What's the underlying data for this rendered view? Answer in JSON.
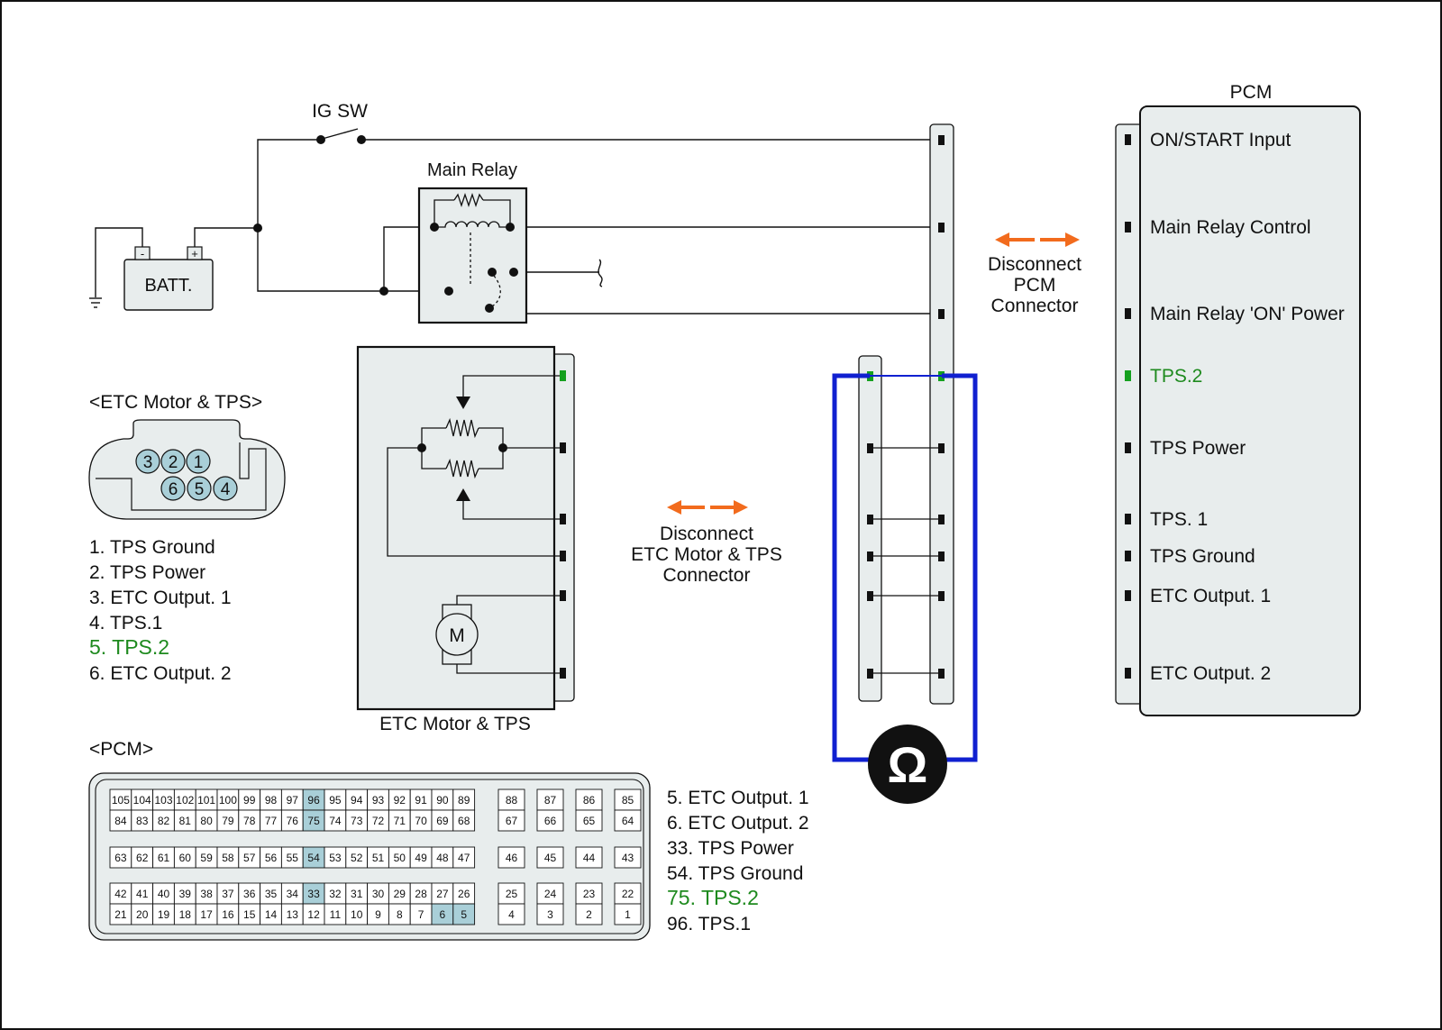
{
  "colors": {
    "line": "#111111",
    "panel": "#e8eded",
    "highlight_text": "#1e8a1e",
    "highlight_pin": "#14a01e",
    "probe_wire": "#1020d0",
    "arrow": "#f26b1d",
    "pin_cell_highlight": "#a9cfd8"
  },
  "ig_sw": {
    "label": "IG SW"
  },
  "battery": {
    "label": "BATT.",
    "minus": "-",
    "plus": "+"
  },
  "main_relay": {
    "label": "Main Relay"
  },
  "pcm": {
    "title": "PCM",
    "pins": [
      {
        "label": "ON/START Input",
        "highlight": false
      },
      {
        "label": "Main Relay Control",
        "highlight": false
      },
      {
        "label": "Main Relay 'ON' Power",
        "highlight": false
      },
      {
        "label": "TPS.2",
        "highlight": true
      },
      {
        "label": "TPS Power",
        "highlight": false
      },
      {
        "label": "TPS. 1",
        "highlight": false
      },
      {
        "label": "TPS Ground",
        "highlight": false
      },
      {
        "label": "ETC Output. 1",
        "highlight": false
      },
      {
        "label": "ETC Output. 2",
        "highlight": false
      }
    ]
  },
  "disconnect_pcm": {
    "lines": [
      "Disconnect",
      "PCM",
      "Connector"
    ]
  },
  "disconnect_etc": {
    "lines": [
      "Disconnect",
      "ETC Motor & TPS",
      "Connector"
    ]
  },
  "etc_block": {
    "label": "ETC Motor & TPS",
    "motor": "M"
  },
  "ohmmeter": {
    "symbol": "Ω"
  },
  "etc_connector": {
    "title": "<ETC Motor & TPS>",
    "cavities": [
      "3",
      "2",
      "1",
      "6",
      "5",
      "4"
    ],
    "legend": [
      {
        "text": "1. TPS Ground",
        "highlight": false
      },
      {
        "text": "2. TPS Power",
        "highlight": false
      },
      {
        "text": "3. ETC Output. 1",
        "highlight": false
      },
      {
        "text": "4. TPS.1",
        "highlight": false
      },
      {
        "text": "5. TPS.2",
        "highlight": true
      },
      {
        "text": "6. ETC Output. 2",
        "highlight": false
      }
    ]
  },
  "pcm_connector": {
    "title": "<PCM>",
    "block_a": {
      "rows": [
        [
          "105",
          "104",
          "103",
          "102",
          "101",
          "100",
          "99",
          "98",
          "97",
          "96",
          "95",
          "94",
          "93",
          "92",
          "91",
          "90",
          "89"
        ],
        [
          "84",
          "83",
          "82",
          "81",
          "80",
          "79",
          "78",
          "77",
          "76",
          "75",
          "74",
          "73",
          "72",
          "71",
          "70",
          "69",
          "68"
        ]
      ],
      "singles": [
        [
          "88",
          "87",
          "86",
          "85"
        ],
        [
          "67",
          "66",
          "65",
          "64"
        ]
      ]
    },
    "block_b": {
      "rows": [
        [
          "63",
          "62",
          "61",
          "60",
          "59",
          "58",
          "57",
          "56",
          "55",
          "54",
          "53",
          "52",
          "51",
          "50",
          "49",
          "48",
          "47"
        ]
      ],
      "singles": [
        [
          "46",
          "45",
          "44",
          "43"
        ]
      ]
    },
    "block_c": {
      "rows": [
        [
          "42",
          "41",
          "40",
          "39",
          "38",
          "37",
          "36",
          "35",
          "34",
          "33",
          "32",
          "31",
          "30",
          "29",
          "28",
          "27",
          "26"
        ],
        [
          "21",
          "20",
          "19",
          "18",
          "17",
          "16",
          "15",
          "14",
          "13",
          "12",
          "11",
          "10",
          "9",
          "8",
          "7",
          "6",
          "5"
        ]
      ],
      "singles": [
        [
          "25",
          "24",
          "23",
          "22"
        ],
        [
          "4",
          "3",
          "2",
          "1"
        ]
      ]
    },
    "highlighted": [
      "96",
      "75",
      "54",
      "33",
      "6",
      "5"
    ],
    "legend": [
      {
        "text": "5. ETC Output. 1",
        "highlight": false
      },
      {
        "text": "6. ETC Output. 2",
        "highlight": false
      },
      {
        "text": "33. TPS Power",
        "highlight": false
      },
      {
        "text": "54. TPS Ground",
        "highlight": false
      },
      {
        "text": "75. TPS.2",
        "highlight": true
      },
      {
        "text": "96. TPS.1",
        "highlight": false
      }
    ]
  }
}
